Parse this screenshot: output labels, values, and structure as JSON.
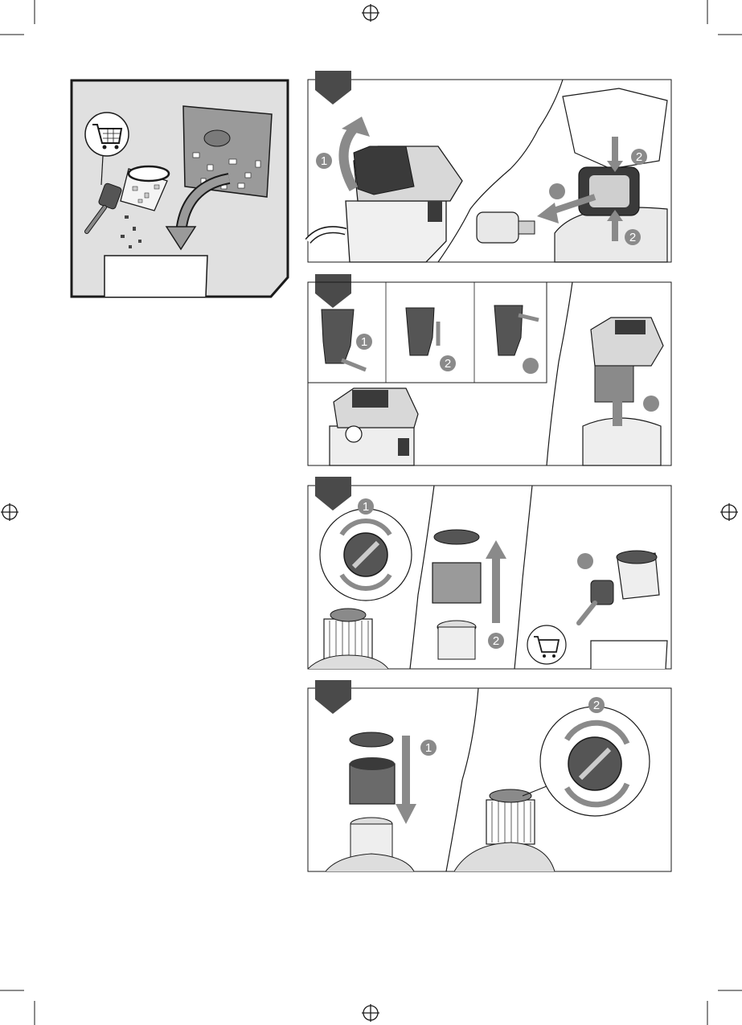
{
  "page": {
    "title": "",
    "colors": {
      "ink": "#1a1a1a",
      "frame_gray": "#e0e0e0",
      "badge_gray": "#8a8a8a",
      "dark_step_tab": "#4a4a4a",
      "icon_fill": "#3a3a3a"
    }
  },
  "intro_panel": {
    "icons": [
      "shopping-cart-icon",
      "cleaning-brush-icon",
      "filter-cartridge-icon",
      "dust-bag-icon",
      "trash-bin-icon",
      "curved-arrow-icon"
    ]
  },
  "steps": [
    {
      "id": "A",
      "callouts": [
        "1",
        "2",
        "",
        "2"
      ],
      "icons": [
        "vacuum-head-icon",
        "rotate-arrow-icon",
        "foam-filter-icon",
        "pull-arrow-icon"
      ]
    },
    {
      "id": "B",
      "callouts": [
        "1",
        "2",
        "",
        ""
      ],
      "icons": [
        "latch-clip-icon",
        "vacuum-unit-icon",
        "lift-arrow-icon"
      ]
    },
    {
      "id": "C",
      "callouts": [
        "1",
        "2",
        ""
      ],
      "icons": [
        "twist-lock-icon",
        "filter-cartridge-icon",
        "cleaning-brush-icon",
        "shopping-cart-icon",
        "trash-bin-icon"
      ]
    },
    {
      "id": "D",
      "callouts": [
        "1",
        "2"
      ],
      "icons": [
        "filter-cap-icon",
        "filter-cartridge-icon",
        "twist-lock-icon",
        "down-arrow-icon"
      ]
    }
  ]
}
